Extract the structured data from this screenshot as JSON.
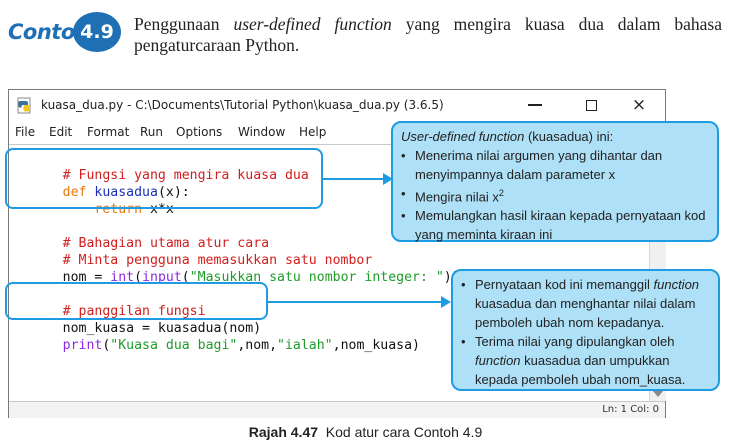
{
  "header": {
    "contoh_word": "Contoh",
    "contoh_number": "4.9",
    "intro_before": "Penggunaan ",
    "intro_em": "user-defined function",
    "intro_after": " yang mengira kuasa dua dalam bahasa pengaturcaraan Python."
  },
  "window": {
    "title": "kuasa_dua.py - C:\\Documents\\Tutorial Python\\kuasa_dua.py (3.6.5)",
    "icon": "python-file-icon",
    "controls": {
      "minimize": "minimize-icon",
      "maximize": "maximize-icon",
      "close": "×"
    },
    "menu": [
      "File",
      "Edit",
      "Format",
      "Run",
      "Options",
      "Window",
      "Help"
    ],
    "status": "Ln: 1   Col: 0"
  },
  "code": {
    "line1": "# Fungsi yang mengira kuasa dua",
    "line2_kw": "def",
    "line2_fn": "kuasadua",
    "line2_rest": "(x):",
    "line3_indent": "    ",
    "line3_kw": "return",
    "line3_rest": " x*x",
    "line5": "# Bahagian utama atur cara",
    "line6": "# Minta pengguna memasukkan satu nombor",
    "line7_a": "nom = ",
    "line7_b": "int",
    "line7_c": "(",
    "line7_d": "input",
    "line7_e": "(",
    "line7_str": "\"Masukkan satu nombor integer: \"",
    "line7_f": "))",
    "line9": "# panggilan fungsi",
    "line10": "nom_kuasa = kuasadua(nom)",
    "line11_fn": "print",
    "line11_a": "(",
    "line11_s1": "\"Kuasa dua bagi\"",
    "line11_b": ",nom,",
    "line11_s2": "\"ialah\"",
    "line11_c": ",nom_kuasa)"
  },
  "callout_a": {
    "head_em": "User-defined function",
    "head_rest": " (kuasadua) ini:",
    "b1": "Menerima nilai argumen yang dihantar dan menyimpannya dalam parameter x",
    "b2_text": "Mengira nilai x",
    "b2_sup": "2",
    "b3": "Memulangkan hasil kiraan kepada pernyataan kod yang meminta kiraan ini"
  },
  "callout_b": {
    "b1_a": "Pernyataan kod ini memanggil ",
    "b1_em": "function",
    "b1_b": " kuasadua dan menghantar nilai dalam pemboleh ubah nom kepadanya.",
    "b2_a": "Terima nilai yang dipulangkan oleh ",
    "b2_em": "function",
    "b2_b": " kuasadua dan umpukkan kepada pemboleh ubah nom_kuasa."
  },
  "caption": {
    "label": "Rajah 4.47",
    "text": "  Kod atur cara Contoh 4.9"
  },
  "colors": {
    "accent": "#1f6fb4",
    "frame": "#1e9be3",
    "callout_bg": "#aee0f7",
    "keyword": "#e8770b",
    "comment": "#d11e1e",
    "function": "#1b2fb8",
    "string": "#1f9b2a"
  }
}
